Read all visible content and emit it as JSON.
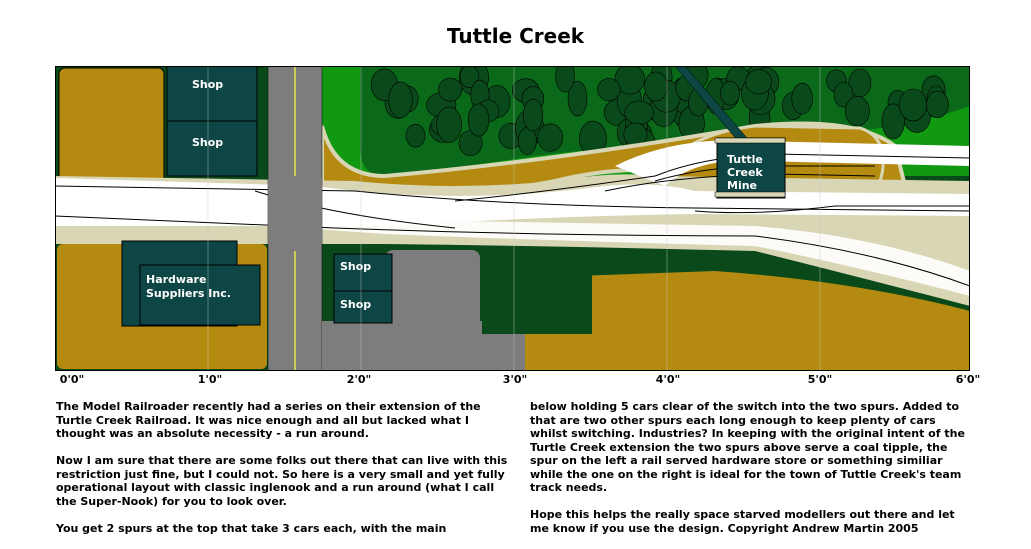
{
  "title": "Tuttle Creek",
  "map": {
    "buildings": {
      "shop_top_1": "Shop",
      "shop_top_2": "Shop",
      "shop_bottom_1": "Shop",
      "shop_bottom_2": "Shop",
      "hardware_line1": "Hardware",
      "hardware_line2": "Suppliers Inc.",
      "mine_line1": "Tuttle",
      "mine_line2": "Creek",
      "mine_line3": "Mine"
    },
    "scale_labels": [
      "0'0\"",
      "1'0\"",
      "2'0\"",
      "3'0\"",
      "4'0\"",
      "5'0\"",
      "6'0\""
    ]
  },
  "text": {
    "p1": "The Model Railroader recently had a series on their extension of the Turtle Creek Railroad. It was nice enough and all but lacked what I thought was an absolute necessity - a run around.",
    "p2": "Now I am sure that there are some folks out there that can live with this restriction just fine, but I could not. So here is a very small and yet fully operational layout with classic inglenook and a run around (what I call the Super-Nook) for you to look over.",
    "p3": "You get 2 spurs at the top that take 3 cars each, with the main below holding 5 cars clear of the switch into the two spurs. Added to that are two other spurs each long enough to keep plenty of cars whilst switching. Industries? In keeping with the original intent of the Turtle Creek extension the two spurs above serve a coal tipple, the spur on the left a rail served hardware store or something similiar while the one on the right is ideal for the town of Tuttle Creek's team track needs.",
    "p4": "Hope this helps the really space starved modellers out there and let me know if you use the design.   Copyright Andrew Martin 2005"
  }
}
